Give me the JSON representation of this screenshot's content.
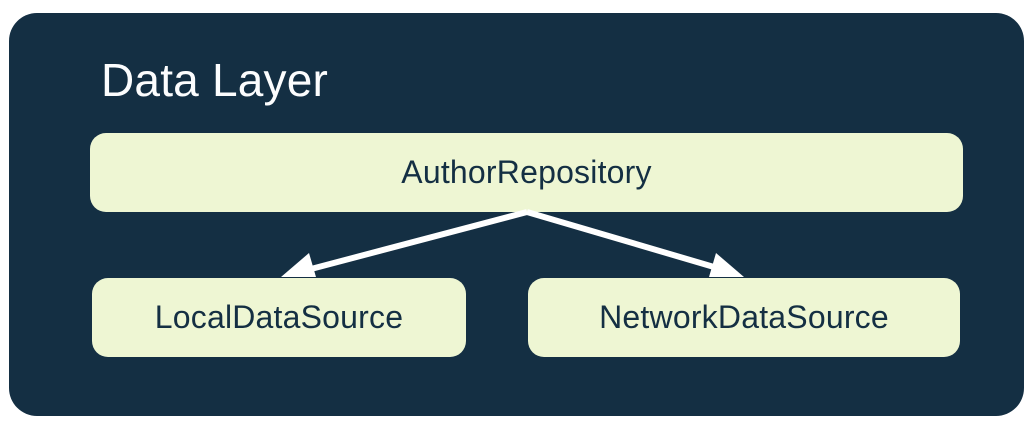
{
  "diagram": {
    "title": "Data Layer",
    "nodes": [
      {
        "id": "repository",
        "label": "AuthorRepository"
      },
      {
        "id": "local",
        "label": "LocalDataSource"
      },
      {
        "id": "network",
        "label": "NetworkDataSource"
      }
    ],
    "edges": [
      {
        "from": "repository",
        "to": "local"
      },
      {
        "from": "repository",
        "to": "network"
      }
    ],
    "colors": {
      "page_bg": "#FFFFFF",
      "container_bg": "#142F43",
      "node_bg": "#EEF6D3",
      "node_text": "#142F43",
      "title_text": "#FCFDFE",
      "arrow": "#FFFFFF"
    }
  }
}
